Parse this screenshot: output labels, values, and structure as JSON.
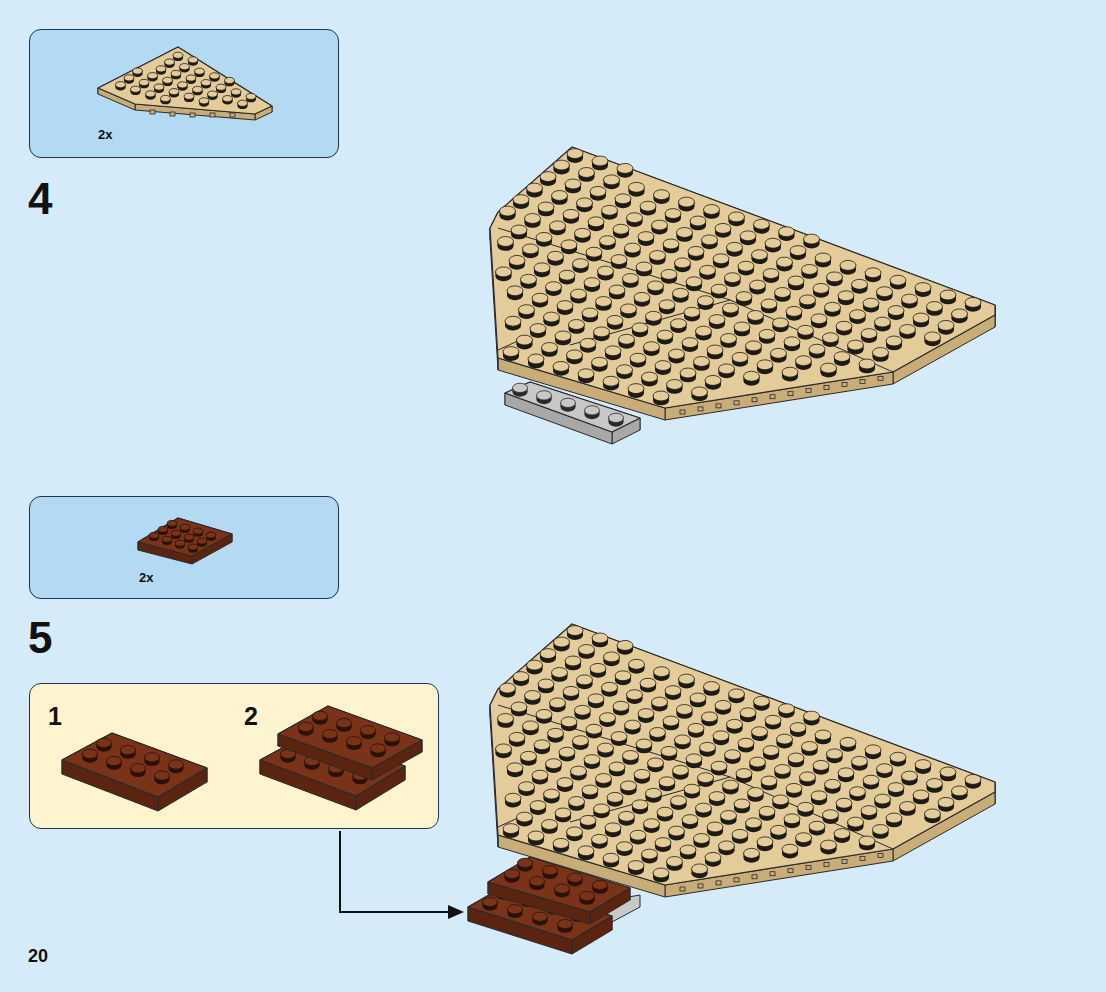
{
  "diagram": {
    "nodes": [
      {
        "text": [
          "2x"
        ]
      },
      {
        "text": [
          "2x"
        ]
      },
      {
        "text": [
          "1",
          "2"
        ]
      }
    ],
    "labels": [
      "4",
      "5",
      "20"
    ]
  }
}
